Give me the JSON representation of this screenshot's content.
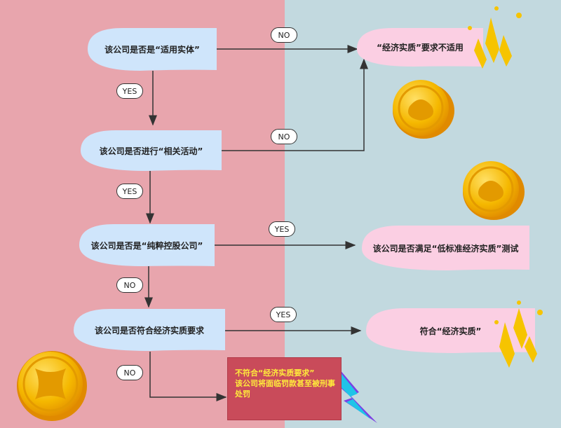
{
  "nodes": {
    "q1": "该公司是否是“适用实体”",
    "q2": "该公司是否进行“相关活动”",
    "q3": "该公司是否是“纯粹控股公司”",
    "q4": "该公司是否符合经济实质要求",
    "r1": "“经济实质”要求不适用",
    "r3": "该公司是否满足“低标准经济实质”测试",
    "r4": "符合“经济实质”"
  },
  "edges": {
    "q1_no": "NO",
    "q1_yes": "YES",
    "q2_no": "NO",
    "q2_yes": "YES",
    "q3_yes": "YES",
    "q3_no": "NO",
    "q4_yes": "YES",
    "q4_no": "NO"
  },
  "warning": {
    "line1": "不符合“经济实质要求”",
    "line2": "该公司将面临罚款甚至被刑事",
    "line3": "处罚"
  },
  "colors": {
    "left_bg": "#e8a5ad",
    "right_bg": "#c2d9df",
    "question_fill": "#cfe5fb",
    "result_fill": "#fbcfe3",
    "warning_fill": "#c94b5a",
    "warning_text": "#ffeb3b",
    "coin": "#f5b800"
  },
  "icons": [
    "gold-coin-icon",
    "square-hole-coin-icon",
    "sparkle-icon",
    "lightning-icon"
  ]
}
